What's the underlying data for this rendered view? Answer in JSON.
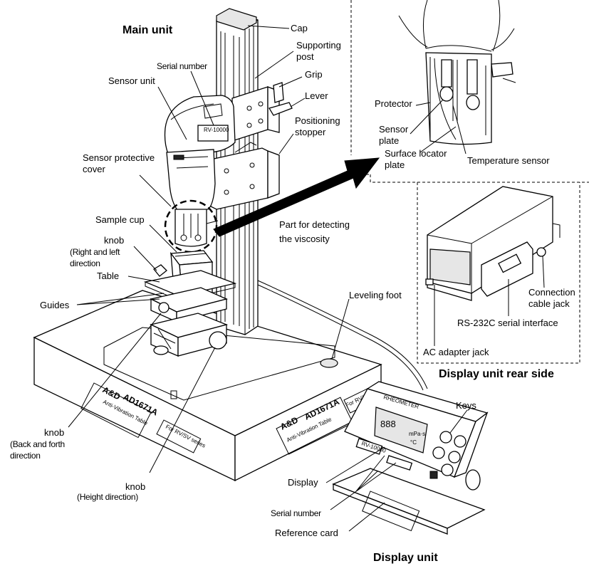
{
  "headings": {
    "main_unit": "Main unit",
    "display_unit_rear": "Display unit  rear side",
    "display_unit": "Display unit"
  },
  "labels": {
    "cap": "Cap",
    "supporting_post": [
      "Supporting",
      "post"
    ],
    "grip": "Grip",
    "lever": "Lever",
    "positioning_stopper": [
      "Positioning",
      "stopper"
    ],
    "serial_number_top": "Serial number",
    "sensor_unit": "Sensor unit",
    "sensor_protective_cover": [
      "Sensor protective",
      "cover"
    ],
    "sample_cup": "Sample cup",
    "knob_right_left": [
      "knob",
      "(Right and left",
      "direction"
    ],
    "table": "Table",
    "guides": "Guides",
    "knob_back_forth": [
      "knob",
      "(Back and forth",
      "direction"
    ],
    "knob_height": [
      "knob",
      "(Height direction)"
    ],
    "part_for_detecting": [
      "Part for detecting",
      "the viscosity"
    ],
    "protector": "Protector",
    "sensor_plate": [
      "Sensor",
      "plate"
    ],
    "surface_locator_plate": [
      "Surface locator",
      "plate"
    ],
    "temperature_sensor": "Temperature sensor",
    "leveling_foot": "Leveling foot",
    "connection_cable_jack": [
      "Connection",
      "cable jack"
    ],
    "rs232c": "RS-232C serial interface",
    "ac_adapter_jack": "AC adapter jack",
    "keys": "Keys",
    "display": "Display",
    "serial_number_display": "Serial number",
    "reference_card": "Reference card"
  },
  "product_markings": {
    "brand": "A&D",
    "base_model": "AD1671A",
    "base_subtitle": "Anti-Vibration Table",
    "base_tag": "For RV/SV series",
    "rheometer": "RHEOMETER",
    "display_model": "RV-10000",
    "readout": "888",
    "unit_a": "mPa·s",
    "unit_b": "°C"
  },
  "colors": {
    "line": "#000000",
    "background": "#ffffff",
    "shade": "#e6e6e6"
  }
}
